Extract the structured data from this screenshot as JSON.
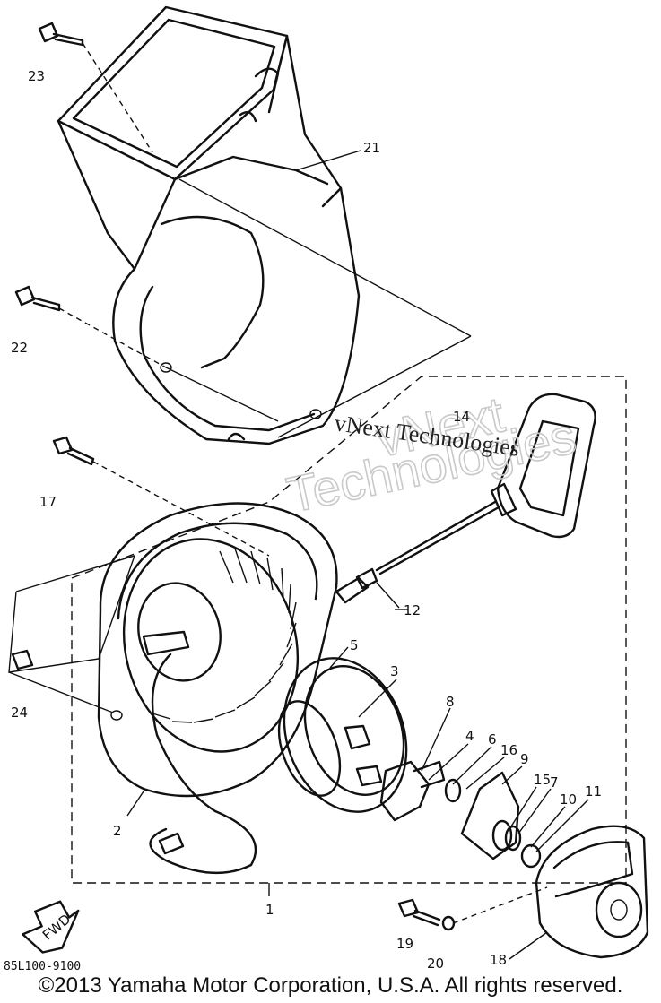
{
  "diagram": {
    "callouts": [
      "23",
      "21",
      "22",
      "14",
      "17",
      "12",
      "5",
      "3",
      "8",
      "4",
      "6",
      "16",
      "9",
      "15",
      "7",
      "10",
      "11",
      "24",
      "2",
      "1",
      "19",
      "20",
      "18"
    ],
    "fwd_label": "FWD",
    "figure_code": "85L100-9100"
  },
  "watermark": {
    "line1": "vNext",
    "line2": "Technologies",
    "overlay": "vNext Technologies"
  },
  "footer": {
    "copyright": "©2013 Yamaha Motor Corporation, U.S.A. All rights reserved."
  }
}
